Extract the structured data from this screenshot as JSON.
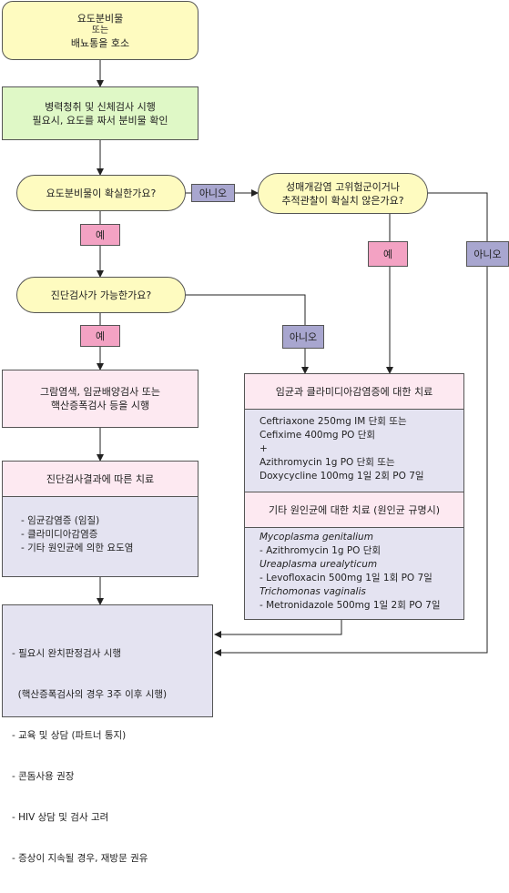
{
  "colors": {
    "yellow": "#fefbc0",
    "green": "#dff8c6",
    "pink": "#fde9f1",
    "lavender": "#e4e3f1",
    "yes_tag": "#f3a2c3",
    "no_tag": "#a8a6cf"
  },
  "start": {
    "line1": "요도분비물",
    "line2": "또는",
    "line3": "배뇨통을 호소"
  },
  "history": {
    "line1": "병력청취 및 신체검사 시행",
    "line2": "필요시, 요도를 짜서 분비물 확인"
  },
  "q1": {
    "text": "요도분비물이 확실한가요?"
  },
  "q2": {
    "line1": "성매개감염 고위험군이거나",
    "line2": "추적관찰이 확실치 않은가요?"
  },
  "q3": {
    "text": "진단검사가 가능한가요?"
  },
  "labels": {
    "yes": "예",
    "no": "아니오"
  },
  "tests": {
    "line1": "그람염색, 임균배양검사 또는",
    "line2": "핵산증폭검사 등을 시행"
  },
  "dx_treat": {
    "header": "진단검사결과에 따른 치료",
    "items": [
      "- 임균감염증 (임질)",
      "- 클라미디아감염증",
      "- 기타 원인균에 의한 요도염"
    ]
  },
  "gc_ct": {
    "header": "임균과 클라미디아감염증에 대한 치료",
    "lines": [
      "Ceftriaxone 250mg IM 단회 또는",
      "Cefixime 400mg PO 단회",
      "+",
      "Azithromycin 1g PO 단회 또는",
      "Doxycycline 100mg 1일 2회 PO 7일"
    ]
  },
  "other": {
    "header": "기타 원인균에 대한 치료 (원인균 규명시)",
    "org1": "Mycoplasma genitalium",
    "rx1": "- Azithromycin 1g PO 단회",
    "org2": "Ureaplasma urealyticum",
    "rx2": "- Levofloxacin 500mg 1일 1회 PO 7일",
    "org3": "Trichomonas vaginalis",
    "rx3": "- Metronidazole 500mg 1일 2회 PO 7일"
  },
  "followup": {
    "items": [
      "- 필요시 완치판정검사 시행",
      "  (핵산증폭검사의 경우 3주 이후 시행)",
      "- 교육 및 상담 (파트너 통지)",
      "- 콘돔사용 권장",
      "- HIV 상담 및 검사 고려",
      "- 증상이 지속될 경우, 재방문 권유"
    ]
  }
}
